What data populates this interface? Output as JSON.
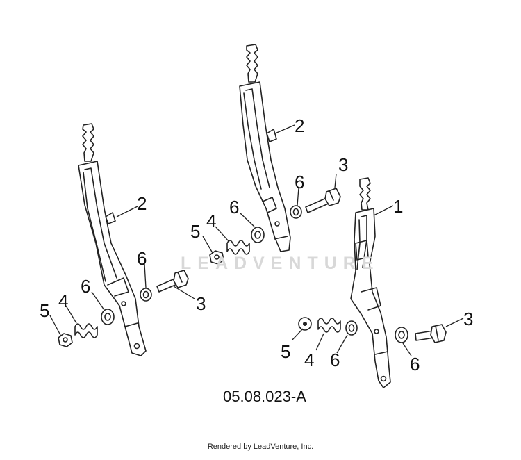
{
  "diagram": {
    "reference_code": "05.08.023-A",
    "watermark": "LEADVENTURE",
    "credit": "Rendered by LeadVenture, Inc.",
    "callouts": [
      {
        "id": "c-left-2",
        "text": "2"
      },
      {
        "id": "c-left-6a",
        "text": "6"
      },
      {
        "id": "c-left-3",
        "text": "3"
      },
      {
        "id": "c-left-6b",
        "text": "6"
      },
      {
        "id": "c-left-4",
        "text": "4"
      },
      {
        "id": "c-left-5",
        "text": "5"
      },
      {
        "id": "c-mid-2",
        "text": "2"
      },
      {
        "id": "c-mid-3",
        "text": "3"
      },
      {
        "id": "c-mid-6a",
        "text": "6"
      },
      {
        "id": "c-mid-6b",
        "text": "6"
      },
      {
        "id": "c-mid-4",
        "text": "4"
      },
      {
        "id": "c-mid-5",
        "text": "5"
      },
      {
        "id": "c-right-1",
        "text": "1"
      },
      {
        "id": "c-right-3",
        "text": "3"
      },
      {
        "id": "c-right-5",
        "text": "5"
      },
      {
        "id": "c-right-4",
        "text": "4"
      },
      {
        "id": "c-right-6a",
        "text": "6"
      },
      {
        "id": "c-right-6b",
        "text": "6"
      }
    ]
  }
}
